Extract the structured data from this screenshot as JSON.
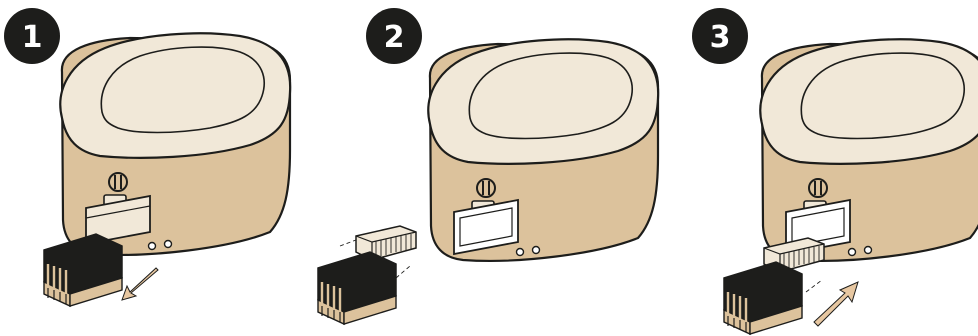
{
  "steps": [
    {
      "number": "1",
      "action": "remove-cartridge"
    },
    {
      "number": "2",
      "action": "insert-refill"
    },
    {
      "number": "3",
      "action": "reinsert-cartridge"
    }
  ],
  "colors": {
    "lid": "#f1e8d8",
    "body": "#dcc29c",
    "outline": "#1d1d1b",
    "arrow": "#e7c7a1",
    "cartridge": "#1d1d1b",
    "cartridge_base": "#dcc29c",
    "refill": "#f1e8d8"
  }
}
